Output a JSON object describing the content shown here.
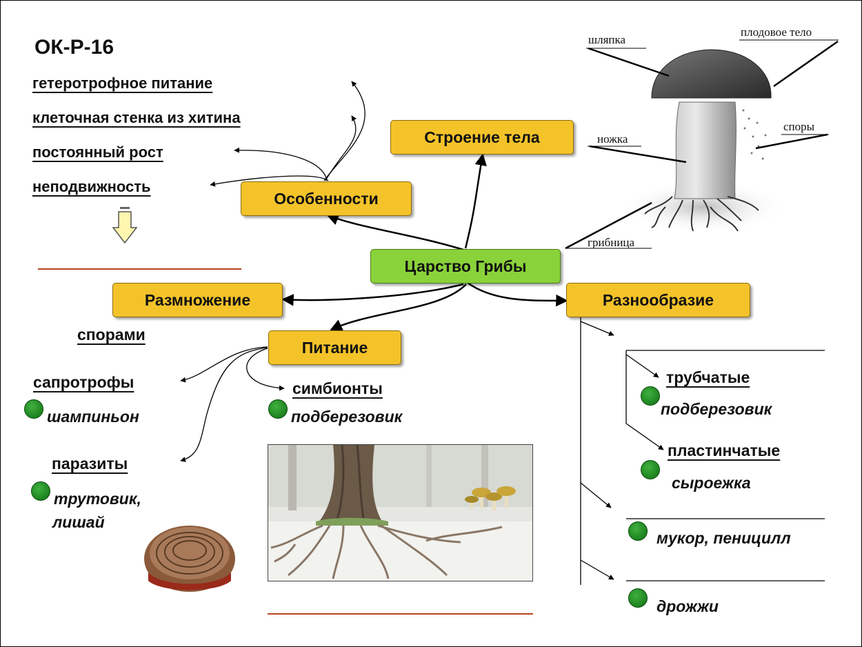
{
  "title": "ОК-Р-16",
  "features": [
    "гетеротрофное питание",
    "клеточная стенка из хитина",
    "постоянный рост",
    "неподвижность"
  ],
  "nodes": {
    "center": "Царство Грибы",
    "structure": "Строение тела",
    "features": "Особенности",
    "reproduction": "Размножение",
    "nutrition": "Питание",
    "diversity": "Разнообразие"
  },
  "reproduction": {
    "method": "спорами"
  },
  "nutrition": {
    "saprotrophs": {
      "label": "сапротрофы",
      "example": "шампиньон"
    },
    "symbionts": {
      "label": "симбионты",
      "example": "подберезовик"
    },
    "parasites": {
      "label": "паразиты",
      "example_line1": "трутовик,",
      "example_line2": "лишай"
    }
  },
  "diversity": {
    "tubular": {
      "label": "трубчатые",
      "example": "подберезовик"
    },
    "lamellar": {
      "label": "пластинчатые",
      "example": "сыроежка"
    },
    "molds": "мукор, пеницилл",
    "yeast": "дрожжи"
  },
  "mushroom_labels": {
    "cap": "шляпка",
    "fruit_body": "плодовое тело",
    "stem": "ножка",
    "spores": "споры",
    "mycelium": "грибница"
  },
  "colors": {
    "box": "#f4c32a",
    "center_box": "#8ad23a",
    "dot": "#1a8a1a",
    "separator": "#b5441c"
  }
}
